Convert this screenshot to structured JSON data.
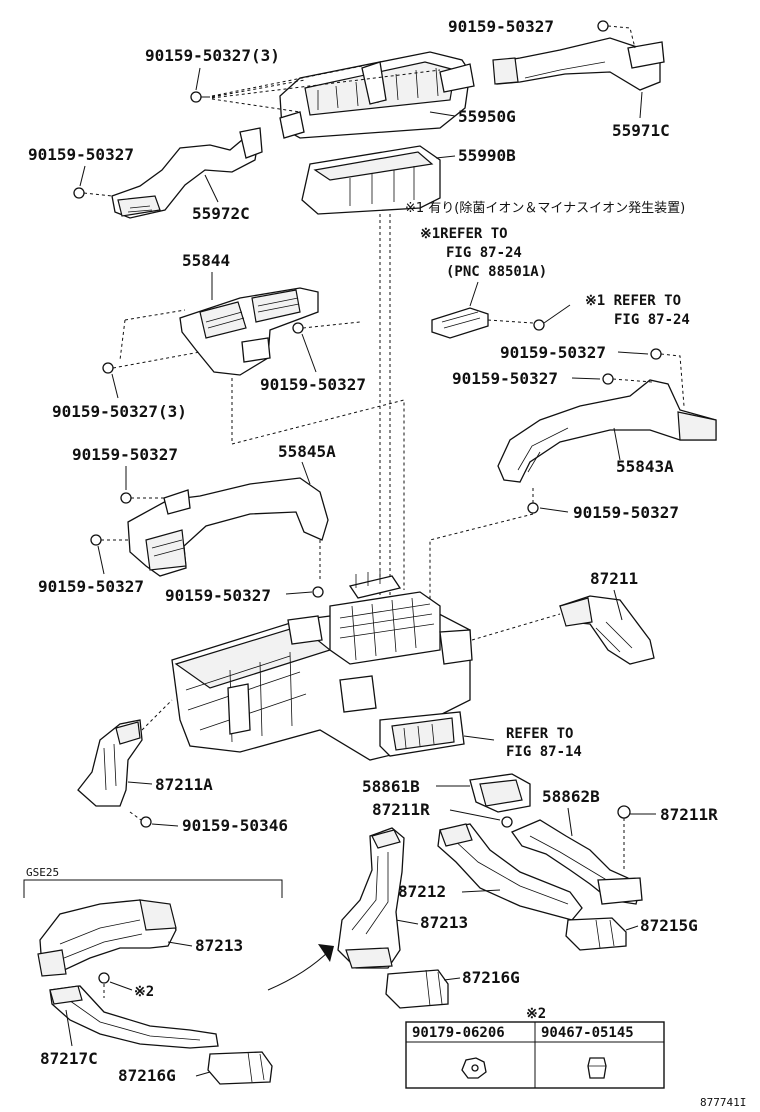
{
  "labels": {
    "p90159_top_right": "90159-50327",
    "p55971C": "55971C",
    "p90159_3_top": "90159-50327(3)",
    "p55950G": "55950G",
    "p90159_left_top": "90159-50327",
    "p55990B": "55990B",
    "p55972C": "55972C",
    "note1_jp": "※1 有り(除菌イオン＆マイナスイオン発生装置)",
    "refer1_line1": "※1REFER TO",
    "refer1_line2": "FIG 87-24",
    "refer1_line3": "(PNC 88501A)",
    "refer2_line1": "※1 REFER TO",
    "refer2_line2": "FIG 87-24",
    "p55844": "55844",
    "p90159_mid": "90159-50327",
    "p90159_3_mid": "90159-50327(3)",
    "p90159_r1": "90159-50327",
    "p90159_r2": "90159-50327",
    "p55843A": "55843A",
    "p90159_r3": "90159-50327",
    "p90159_l1": "90159-50327",
    "p55845A": "55845A",
    "p90159_l2": "90159-50327",
    "p90159_l3": "90159-50327",
    "p87211": "87211",
    "refer3_line1": "REFER TO",
    "refer3_line2": "FIG 87-14",
    "p87211A": "87211A",
    "p90159_50346": "90159-50346",
    "p58861B": "58861B",
    "p87211R_a": "87211R",
    "p58862B": "58862B",
    "p87211R_b": "87211R",
    "gse25": "GSE25",
    "p87212": "87212",
    "p87213_mid": "87213",
    "p87215G": "87215G",
    "p87213_box": "87213",
    "mark2": "※2",
    "p87217C": "87217C",
    "p87216G_mid": "87216G",
    "p87216G_box": "87216G",
    "table_mark": "※2",
    "code": "877741I"
  },
  "table": {
    "headers": [
      "90179-06206",
      "90467-05145"
    ]
  }
}
